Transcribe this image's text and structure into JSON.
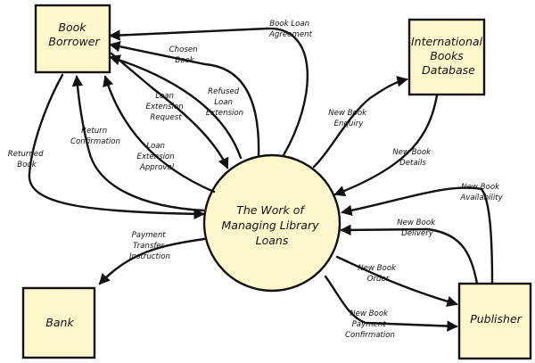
{
  "diagram": {
    "process": [
      "The Work of",
      "Managing Library",
      "Loans"
    ],
    "terminators": {
      "borrower": [
        "Book",
        "Borrower"
      ],
      "database": [
        "International",
        "Books",
        "Database"
      ],
      "bank": [
        "Bank"
      ],
      "publisher": [
        "Publisher"
      ]
    },
    "flows": {
      "loan_agreement": [
        "Book Loan",
        "Agreement"
      ],
      "chosen_book": [
        "Chosen",
        "Book"
      ],
      "loan_ext_request": [
        "Loan",
        "Extension",
        "Request"
      ],
      "refused_loan_ext": [
        "Refused",
        "Loan",
        "Extension"
      ],
      "loan_ext_approval": [
        "Loan",
        "Extension",
        "Approval"
      ],
      "return_confirmation": [
        "Return",
        "Confirmation"
      ],
      "returned_book": [
        "Returned",
        "Book"
      ],
      "new_book_enquiry": [
        "New Book",
        "Enquiry"
      ],
      "new_book_details": [
        "New Book",
        "Details"
      ],
      "new_book_availability": [
        "New Book",
        "Availability"
      ],
      "new_book_delivery": [
        "New Book",
        "Delivery"
      ],
      "payment_transfer": [
        "Payment",
        "Transfer",
        "Instruction"
      ],
      "new_book_order": [
        "New Book",
        "Order"
      ],
      "new_book_payment": [
        "New Book",
        "Payment",
        "Confirmation"
      ]
    }
  }
}
